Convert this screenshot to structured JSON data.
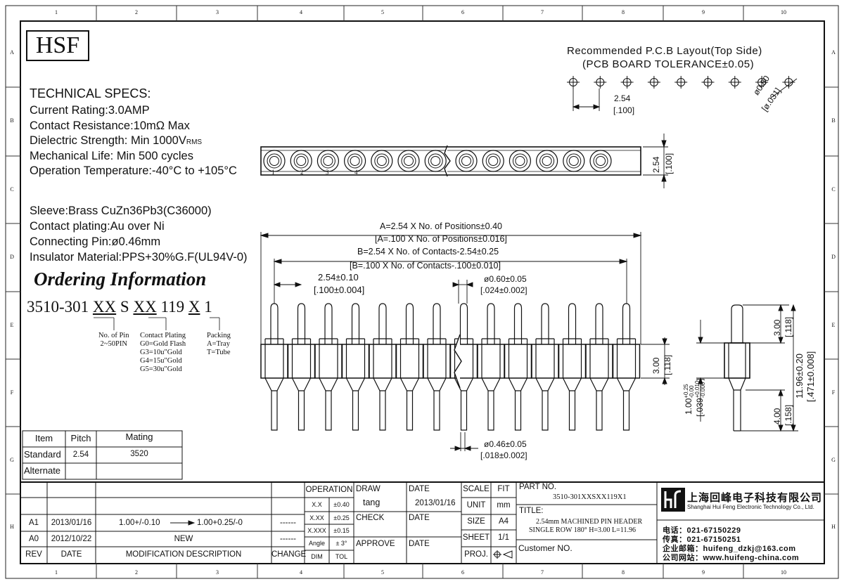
{
  "border": {
    "top_numbers": [
      "1",
      "2",
      "3",
      "4",
      "5",
      "6",
      "7",
      "8",
      "9",
      "10"
    ],
    "side_letters": [
      "A",
      "B",
      "C",
      "D",
      "E",
      "F",
      "G",
      "H"
    ]
  },
  "logo": "HSF",
  "specs": {
    "heading": "TECHNICAL SPECS:",
    "lines": [
      "Current Rating:3.0AMP",
      "Contact Resistance:10mΩ  Max",
      "Dielectric Strength: Min 1000V",
      "Mechanical Life: Min 500 cycles",
      "Operation Temperature:-40°C to +105°C"
    ],
    "dielectric_sub": "RMS",
    "materials": [
      "Sleeve:Brass CuZn36Pb3(C36000)",
      "Contact plating:Au over Ni",
      "Connecting Pin:ø0.46mm",
      "Insulator Material:PPS+30%G.F(UL94V-0)"
    ]
  },
  "ordering": {
    "title": "Ordering Information",
    "code": [
      "3510-301 ",
      "XX",
      " S ",
      "XX",
      " 119 ",
      "X",
      " 1"
    ],
    "pin_label": [
      "No. of Pin",
      "2~50PIN"
    ],
    "plating_label": [
      "Contact Plating",
      "G0=Gold Flash",
      "G3=10u\"Gold",
      "G4=15u\"Gold",
      "G5=30u\"Gold"
    ],
    "packing_label": [
      "Packing",
      "A=Tray",
      "T=Tube"
    ]
  },
  "pcb": {
    "title1": "Recommended P.C.B Layout(Top Side)",
    "title2": "(PCB BOARD TOLERANCE±0.05)",
    "pitch": "2.54",
    "pitch_in": "[.100]",
    "hole": "ø0.80",
    "hole_in": "[ø.031]"
  },
  "top_view": {
    "width_mm": "2.54",
    "width_in": "[.100]",
    "pin_numbers": [
      "1",
      "2",
      "3",
      "4"
    ]
  },
  "front_view": {
    "dim_a1": "A=2.54 X No. of Positions±0.40",
    "dim_a2": "[A=.100 X No. of Positions±0.016]",
    "dim_b1": "B=2.54 X No. of Contacts-2.54±0.25",
    "dim_b2": "[B=.100 X No. of Contacts-.100±0.010]",
    "pitch1": "2.54±0.10",
    "pitch2": "[.100±0.004]",
    "pin_top1": "ø0.60±0.05",
    "pin_top2": "[.024±0.002]",
    "body_h": "3.00",
    "body_h_in": "[.118]",
    "pin_bot1": "ø0.46±0.05",
    "pin_bot2": "[.018±0.002]"
  },
  "side_view": {
    "top_len": "3.00",
    "top_len_in": "[.118]",
    "total": "11.96±0.20",
    "total_in": "[.471±0.008]",
    "shoulder": "1.00",
    "shoulder_tol_plus": "+0.25",
    "shoulder_tol_minus": "-0.00",
    "shoulder_in": "[.039",
    "shoulder_in_tol_plus": "+0.010",
    "shoulder_in_tol_minus": "-0.000",
    "shoulder_in_close": "]",
    "tail": "4.00",
    "tail_in": "[.158]"
  },
  "mating_table": {
    "headers": [
      "Item",
      "Pitch",
      "Mating"
    ],
    "rows": [
      [
        "Standard",
        "2.54",
        "3520"
      ],
      [
        "Alternate",
        "",
        ""
      ]
    ]
  },
  "title_block": {
    "revisions": [
      {
        "rev": "A1",
        "date": "2013/01/16",
        "desc_from": "1.00+/-0.10",
        "desc_to": "1.00+0.25/-0",
        "change": "------"
      },
      {
        "rev": "A0",
        "date": "2012/10/22",
        "desc_from": "NEW",
        "desc_to": "",
        "change": "------"
      }
    ],
    "rev_headers": [
      "REV",
      "DATE",
      "MODIFICATION  DESCRIPTION",
      "CHANGE"
    ],
    "operation": "OPERATION",
    "tol_rows": [
      [
        "X.X",
        "±0.40"
      ],
      [
        "X.XX",
        "±0.25"
      ],
      [
        "X.XXX",
        "±0.15"
      ],
      [
        "Angle",
        "±  3°"
      ]
    ],
    "tol_footer": [
      "DIM",
      "TOL"
    ],
    "draw": "DRAW",
    "draw_name": "tang",
    "check": "CHECK",
    "approve": "APPROVE",
    "date": "DATE",
    "draw_date": "2013/01/16",
    "scale": "SCALE",
    "fit": "FIT",
    "unit": "UNIT",
    "unit_val": "mm",
    "size": "SIZE",
    "size_val": "A4",
    "sheet": "SHEET",
    "sheet_val": "1/1",
    "proj": "PROJ.",
    "part_no_label": "PART NO.",
    "part_no": "3510-301XXSXX119X1",
    "title_label": "TITLE:",
    "title_line1": "2.54mm MACHINED PIN HEADER",
    "title_line2": "SINGLE ROW 180°  H=3.00 L=11.96",
    "customer_no": "Customer NO.",
    "company_cn": "上海回峰电子科技有限公司",
    "company_en": "Shanghai Hui Feng Electronic Technology Co., Ltd.",
    "tel": "电话：021-67150229",
    "fax": "传真：021-67150251",
    "email": "企业邮箱：huifeng_dzkj@163.com",
    "web": "公司网站：www.huifeng-china.com"
  }
}
